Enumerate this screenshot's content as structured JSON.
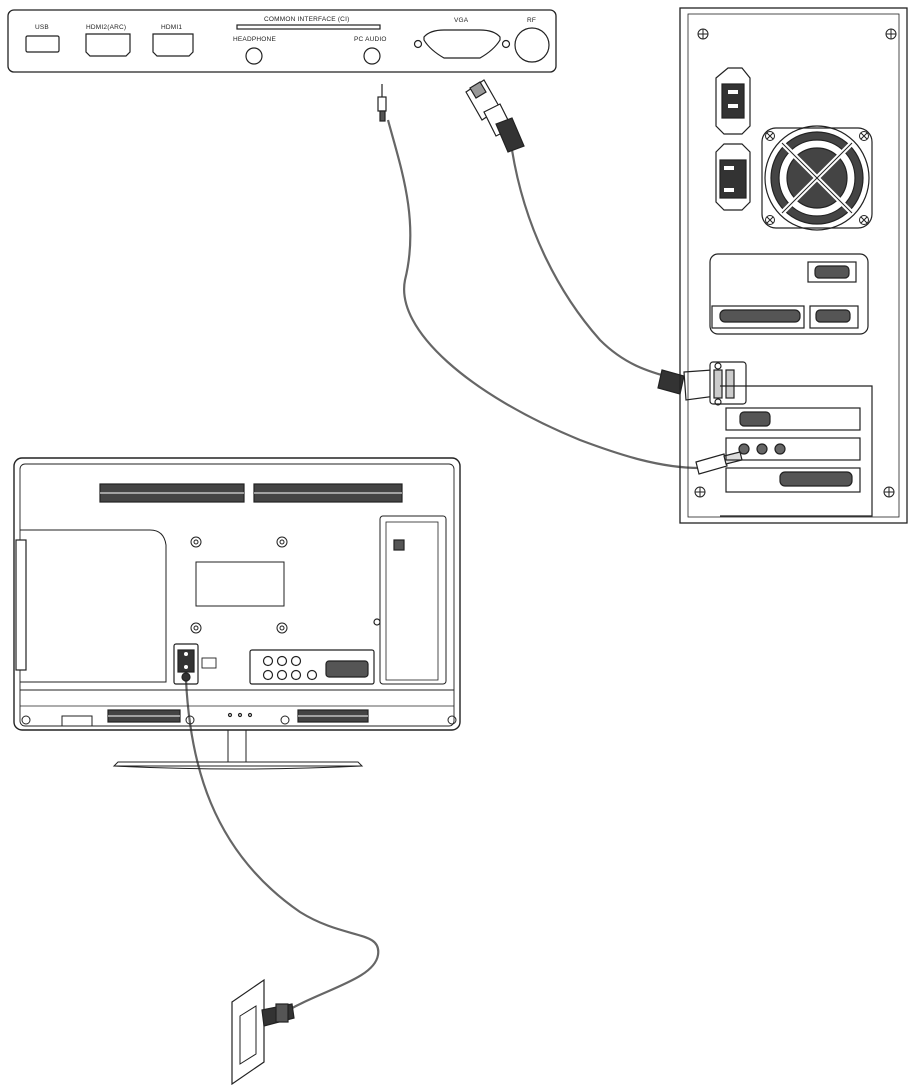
{
  "port_panel": {
    "usb": "USB",
    "hdmi2": "HDMI2(ARC)",
    "hdmi1": "HDMI1",
    "ci": "COMMON INTERFACE (CI)",
    "headphone": "HEADPHONE",
    "pc_audio": "PC AUDIO",
    "vga": "VGA",
    "rf": "RF"
  },
  "icons": [
    "headphone-jack-icon",
    "pc-audio-jack-icon",
    "vga-port-icon",
    "rf-port-icon",
    "usb-port-icon",
    "hdmi-port-icon",
    "power-outlet-icon",
    "fan-icon"
  ],
  "colors": {
    "line": "#222222",
    "cable": "#666666",
    "plug": "#444444",
    "background": "#ffffff"
  }
}
